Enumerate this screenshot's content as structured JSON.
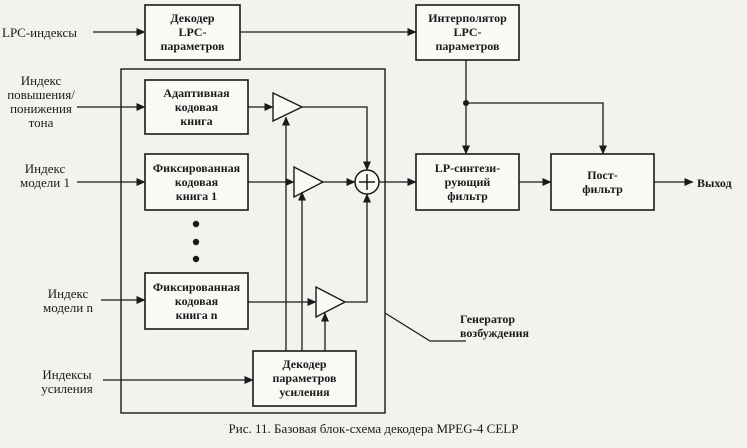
{
  "inputs": {
    "lpc": "LPC-индексы",
    "pitch": [
      "Индекс",
      "повышения/",
      "понижения",
      "тона"
    ],
    "model1": [
      "Индекс",
      "модели 1"
    ],
    "modeln": [
      "Индекс",
      "модели n"
    ],
    "gain": [
      "Индексы",
      "усиления"
    ]
  },
  "blocks": {
    "lpc_decoder": [
      "Декодер",
      "LPC-",
      "параметров"
    ],
    "interpolator": [
      "Интерполятор",
      "LPC-",
      "параметров"
    ],
    "adaptive": [
      "Адаптивная",
      "кодовая",
      "книга"
    ],
    "fixed1": [
      "Фиксированная",
      "кодовая",
      "книга 1"
    ],
    "fixedn": [
      "Фиксированная",
      "кодовая",
      "книга n"
    ],
    "gain_decoder": [
      "Декодер",
      "параметров",
      "усиления"
    ],
    "lp_filter": [
      "LP-синтези-",
      "рующий",
      "фильтр"
    ],
    "postfilter": [
      "Пост-",
      "фильтр"
    ]
  },
  "labels": {
    "generator": [
      "Генератор",
      "возбуждения"
    ],
    "output": "Выход"
  },
  "caption": "Рис. 11. Базовая блок-схема декодера MPEG-4 CELP"
}
